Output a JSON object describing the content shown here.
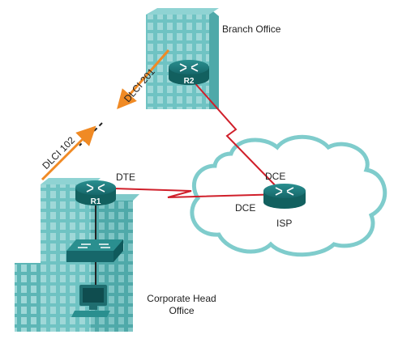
{
  "labels": {
    "branch_office": "Branch Office",
    "corporate_line1": "Corporate Head",
    "corporate_line2": "Office",
    "isp": "ISP",
    "r1": "R1",
    "r2": "R2",
    "dte": "DTE",
    "dce_top": "DCE",
    "dce_left": "DCE",
    "dlci_201": "DLCI 201",
    "dlci_102": "DLCI 102"
  },
  "colors": {
    "building": "#6fc3c3",
    "building_dark": "#3f9a9a",
    "window": "#a8dede",
    "router": "#1f7a7a",
    "serial_link": "#d01f2a",
    "arrow": "#f08a24",
    "cloud_outline": "#7fcccc",
    "ethernet": "#222222"
  },
  "icons": [
    "building-icon",
    "router-icon",
    "switch-icon",
    "pc-icon",
    "cloud-icon",
    "serial-link-icon",
    "arrow-icon"
  ]
}
